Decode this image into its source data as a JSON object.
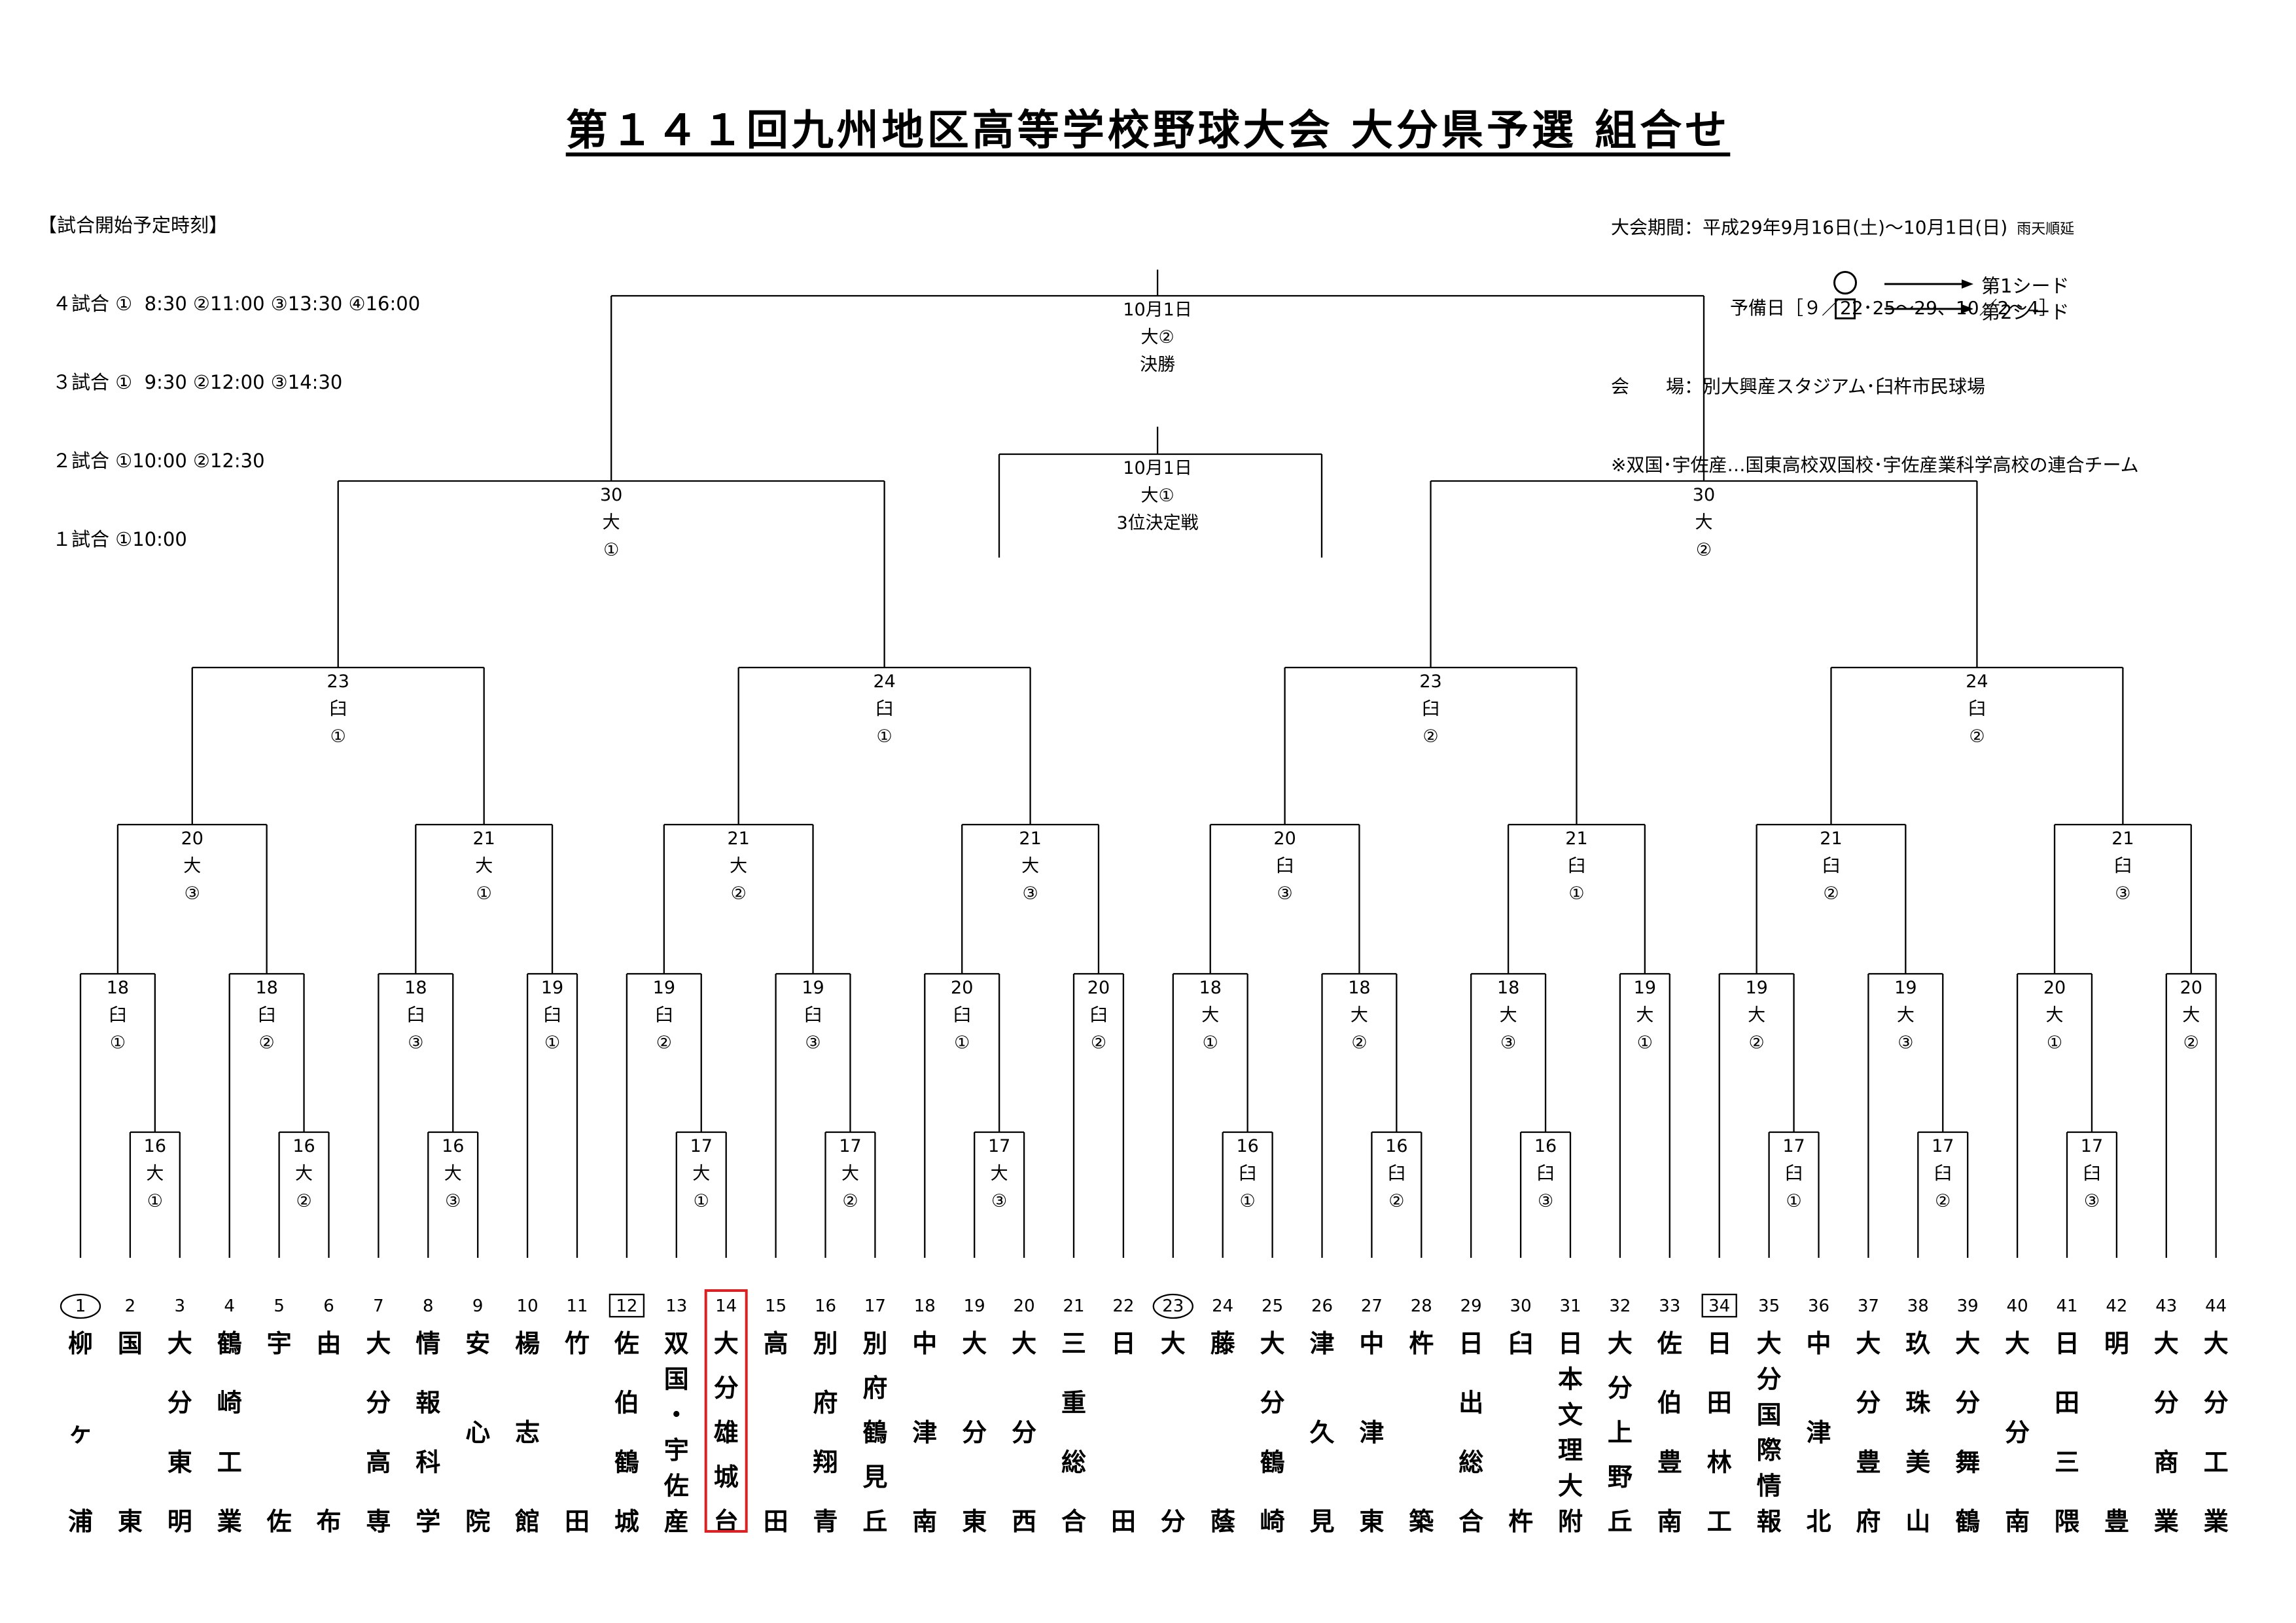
{
  "title": "第１４１回九州地区高等学校野球大会 大分県予選 組合せ",
  "schedule": {
    "heading": "【試合開始予定時刻】",
    "lines": [
      "４試合 ①  8:30 ②11:00 ③13:30 ④16:00",
      "３試合 ①  9:30 ②12:00 ③14:30",
      "２試合 ①10:00 ②12:30",
      "１試合 ①10:00"
    ]
  },
  "meta": {
    "period": "大会期間：平成29年9月16日(土)～10月1日(日)",
    "rain": "雨天順延",
    "reserve": "予備日［９／22･25～29、10／2～4］",
    "venue": "会　　場：別大興産スタジアム･臼杵市民球場",
    "note": "※双国･宇佐産…国東高校双国校･宇佐産業科学高校の連合チーム"
  },
  "legend": {
    "first_seed": "第1シード",
    "second_seed": "第2シード"
  },
  "teams": [
    {
      "no": "1",
      "name": "柳ヶ浦",
      "mark": "circle"
    },
    {
      "no": "2",
      "name": "国東"
    },
    {
      "no": "3",
      "name": "大分東明"
    },
    {
      "no": "4",
      "name": "鶴崎工業"
    },
    {
      "no": "5",
      "name": "宇佐"
    },
    {
      "no": "6",
      "name": "由布"
    },
    {
      "no": "7",
      "name": "大分高専"
    },
    {
      "no": "8",
      "name": "情報科学"
    },
    {
      "no": "9",
      "name": "安心院"
    },
    {
      "no": "10",
      "name": "楊志館"
    },
    {
      "no": "11",
      "name": "竹田"
    },
    {
      "no": "12",
      "name": "佐伯鶴城",
      "mark": "square"
    },
    {
      "no": "13",
      "name": "双国・宇佐産"
    },
    {
      "no": "14",
      "name": "大分雄城台",
      "highlight": true
    },
    {
      "no": "15",
      "name": "高田"
    },
    {
      "no": "16",
      "name": "別府翔青"
    },
    {
      "no": "17",
      "name": "別府鶴見丘"
    },
    {
      "no": "18",
      "name": "中津南"
    },
    {
      "no": "19",
      "name": "大分東"
    },
    {
      "no": "20",
      "name": "大分西"
    },
    {
      "no": "21",
      "name": "三重総合"
    },
    {
      "no": "22",
      "name": "日田"
    },
    {
      "no": "23",
      "name": "大分",
      "mark": "circle"
    },
    {
      "no": "24",
      "name": "藤蔭"
    },
    {
      "no": "25",
      "name": "大分鶴崎"
    },
    {
      "no": "26",
      "name": "津久見"
    },
    {
      "no": "27",
      "name": "中津東"
    },
    {
      "no": "28",
      "name": "杵築"
    },
    {
      "no": "29",
      "name": "日出総合"
    },
    {
      "no": "30",
      "name": "臼杵"
    },
    {
      "no": "31",
      "name": "日本文理大附"
    },
    {
      "no": "32",
      "name": "大分上野丘"
    },
    {
      "no": "33",
      "name": "佐伯豊南"
    },
    {
      "no": "34",
      "name": "日田林工",
      "mark": "square"
    },
    {
      "no": "35",
      "name": "大分国際情報"
    },
    {
      "no": "36",
      "name": "中津北"
    },
    {
      "no": "37",
      "name": "大分豊府"
    },
    {
      "no": "38",
      "name": "玖珠美山"
    },
    {
      "no": "39",
      "name": "大分舞鶴"
    },
    {
      "no": "40",
      "name": "大分南"
    },
    {
      "no": "41",
      "name": "日田三隈"
    },
    {
      "no": "42",
      "name": "明豊"
    },
    {
      "no": "43",
      "name": "大分商業"
    },
    {
      "no": "44",
      "name": "大分工業"
    }
  ],
  "matches": {
    "r1": [
      {
        "date": "16",
        "venue": "大",
        "slot": "①"
      },
      {
        "date": "16",
        "venue": "大",
        "slot": "②"
      },
      {
        "date": "16",
        "venue": "大",
        "slot": "③"
      },
      {
        "date": "17",
        "venue": "大",
        "slot": "①"
      },
      {
        "date": "17",
        "venue": "大",
        "slot": "②"
      },
      {
        "date": "17",
        "venue": "大",
        "slot": "③"
      },
      {
        "date": "16",
        "venue": "臼",
        "slot": "①"
      },
      {
        "date": "16",
        "venue": "臼",
        "slot": "②"
      },
      {
        "date": "16",
        "venue": "臼",
        "slot": "③"
      },
      {
        "date": "17",
        "venue": "臼",
        "slot": "①"
      },
      {
        "date": "17",
        "venue": "臼",
        "slot": "②"
      },
      {
        "date": "17",
        "venue": "臼",
        "slot": "③"
      }
    ],
    "r2": [
      {
        "date": "18",
        "venue": "臼",
        "slot": "①"
      },
      {
        "date": "18",
        "venue": "臼",
        "slot": "②"
      },
      {
        "date": "18",
        "venue": "臼",
        "slot": "③"
      },
      {
        "date": "19",
        "venue": "臼",
        "slot": "①"
      },
      {
        "date": "19",
        "venue": "臼",
        "slot": "②"
      },
      {
        "date": "19",
        "venue": "臼",
        "slot": "③"
      },
      {
        "date": "20",
        "venue": "臼",
        "slot": "①"
      },
      {
        "date": "20",
        "venue": "臼",
        "slot": "②"
      },
      {
        "date": "18",
        "venue": "大",
        "slot": "①"
      },
      {
        "date": "18",
        "venue": "大",
        "slot": "②"
      },
      {
        "date": "18",
        "venue": "大",
        "slot": "③"
      },
      {
        "date": "19",
        "venue": "大",
        "slot": "①"
      },
      {
        "date": "19",
        "venue": "大",
        "slot": "②"
      },
      {
        "date": "19",
        "venue": "大",
        "slot": "③"
      },
      {
        "date": "20",
        "venue": "大",
        "slot": "①"
      },
      {
        "date": "20",
        "venue": "大",
        "slot": "②"
      }
    ],
    "r3": [
      {
        "date": "20",
        "venue": "大",
        "slot": "③"
      },
      {
        "date": "21",
        "venue": "大",
        "slot": "①"
      },
      {
        "date": "21",
        "venue": "大",
        "slot": "②"
      },
      {
        "date": "21",
        "venue": "大",
        "slot": "③"
      },
      {
        "date": "20",
        "venue": "臼",
        "slot": "③"
      },
      {
        "date": "21",
        "venue": "臼",
        "slot": "①"
      },
      {
        "date": "21",
        "venue": "臼",
        "slot": "②"
      },
      {
        "date": "21",
        "venue": "臼",
        "slot": "③"
      }
    ],
    "r4": [
      {
        "date": "23",
        "venue": "臼",
        "slot": "①"
      },
      {
        "date": "24",
        "venue": "臼",
        "slot": "①"
      },
      {
        "date": "23",
        "venue": "臼",
        "slot": "②"
      },
      {
        "date": "24",
        "venue": "臼",
        "slot": "②"
      }
    ],
    "sf": [
      {
        "date": "30",
        "venue": "大",
        "slot": "①"
      },
      {
        "date": "30",
        "venue": "大",
        "slot": "②"
      }
    ],
    "final": {
      "date": "10月1日",
      "venue": "大②",
      "round": "決勝"
    },
    "third": {
      "date": "10月1日",
      "venue": "大①",
      "round": "3位決定戦"
    }
  }
}
